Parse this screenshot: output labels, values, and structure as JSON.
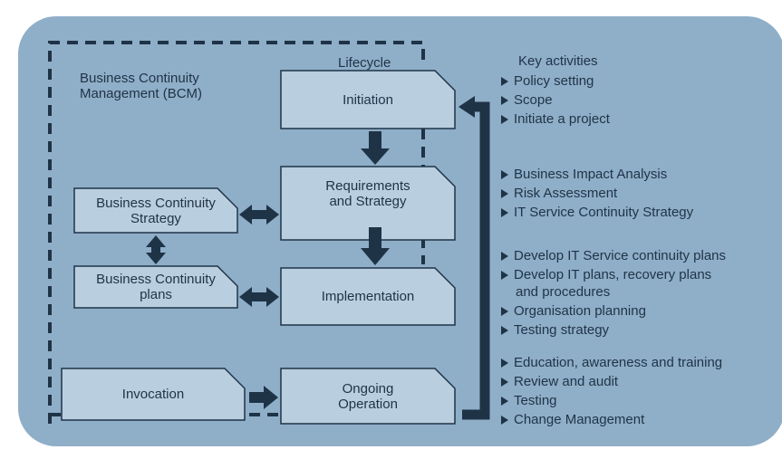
{
  "diagram": {
    "bcm_title": [
      "Business Continuity",
      "Management (BCM)"
    ],
    "lifecycle_label": "Lifecycle",
    "key_activities_title": "Key activities",
    "stages": {
      "initiation": [
        "Initiation"
      ],
      "requirements": [
        "Requirements",
        "and Strategy"
      ],
      "implementation": [
        "Implementation"
      ],
      "ongoing": [
        "Ongoing",
        "Operation"
      ]
    },
    "side_boxes": {
      "bc_strategy": [
        "Business Continuity",
        "Strategy"
      ],
      "bc_plans": [
        "Business Continuity",
        "plans"
      ],
      "invocation": [
        "Invocation"
      ]
    },
    "activity_groups": [
      {
        "items": [
          "Policy setting",
          "Scope",
          "Initiate a project"
        ]
      },
      {
        "items": [
          "Business Impact Analysis",
          "Risk Assessment",
          "IT Service Continuity Strategy"
        ]
      },
      {
        "items": [
          "Develop IT Service continuity plans",
          "Develop IT plans, recovery plans",
          "and procedures",
          "Organisation planning",
          "Testing strategy"
        ]
      },
      {
        "items": [
          "Education, awareness and training",
          "Review and audit",
          "Testing",
          "Change Management"
        ]
      }
    ],
    "colors": {
      "background": "#8faec8",
      "box_fill": "#b9cedf",
      "stroke": "#1f3347"
    }
  }
}
